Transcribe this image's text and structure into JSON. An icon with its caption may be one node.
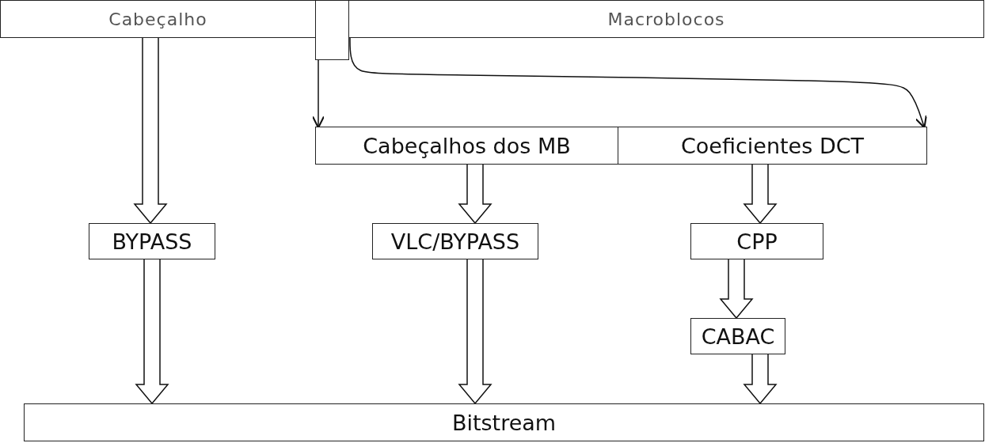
{
  "diagram": {
    "nodes": [
      {
        "text": [
          "Cabeçalho"
        ]
      },
      {
        "text": [],
        "shape": "box"
      },
      {
        "text": [
          "Macroblocos"
        ]
      },
      {
        "text": [
          "Cabeçalhos dos MB"
        ]
      },
      {
        "text": [
          "Coeficientes DCT"
        ]
      },
      {
        "text": [
          "BYPASS"
        ]
      },
      {
        "text": [
          "VLC/BYPASS"
        ]
      },
      {
        "text": [
          "CPP"
        ]
      },
      {
        "text": [
          "CABAC"
        ]
      },
      {
        "text": [
          "Bitstream"
        ]
      }
    ],
    "edges": [
      {
        "from": 1,
        "to": 3,
        "arrow": "to"
      },
      {
        "from": 2,
        "to": 4,
        "arrow": "to"
      },
      {
        "from": 0,
        "to": 5,
        "arrow": "to",
        "style": "thick"
      },
      {
        "from": 5,
        "to": 9,
        "arrow": "to",
        "style": "thick"
      },
      {
        "from": 3,
        "to": 6,
        "arrow": "to",
        "style": "thick"
      },
      {
        "from": 6,
        "to": 9,
        "arrow": "to",
        "style": "thick"
      },
      {
        "from": 4,
        "to": 7,
        "arrow": "to",
        "style": "thick"
      },
      {
        "from": 7,
        "to": 8,
        "arrow": "to",
        "style": "thick"
      },
      {
        "from": 8,
        "to": 9,
        "arrow": "to",
        "style": "thick"
      }
    ]
  }
}
